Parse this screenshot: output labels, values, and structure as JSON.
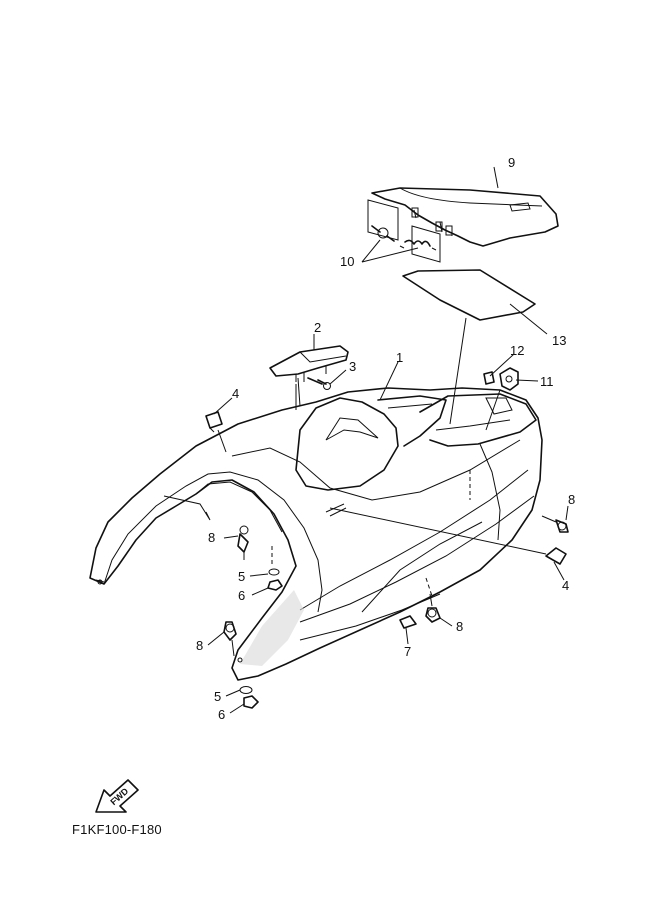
{
  "diagram": {
    "reference_code": "F1KF100-F180",
    "fwd_label": "FWD",
    "callouts": [
      {
        "id": "c9",
        "label": "9"
      },
      {
        "id": "c10",
        "label": "10"
      },
      {
        "id": "c13",
        "label": "13"
      },
      {
        "id": "c2",
        "label": "2"
      },
      {
        "id": "c3",
        "label": "3"
      },
      {
        "id": "c1",
        "label": "1"
      },
      {
        "id": "c12",
        "label": "12"
      },
      {
        "id": "c11",
        "label": "11"
      },
      {
        "id": "c4a",
        "label": "4"
      },
      {
        "id": "c8a",
        "label": "8"
      },
      {
        "id": "c8b",
        "label": "8"
      },
      {
        "id": "c5a",
        "label": "5"
      },
      {
        "id": "c6a",
        "label": "6"
      },
      {
        "id": "c4b",
        "label": "4"
      },
      {
        "id": "c8c",
        "label": "8"
      },
      {
        "id": "c8d",
        "label": "8"
      },
      {
        "id": "c7",
        "label": "7"
      },
      {
        "id": "c5b",
        "label": "5"
      },
      {
        "id": "c6b",
        "label": "6"
      }
    ]
  }
}
